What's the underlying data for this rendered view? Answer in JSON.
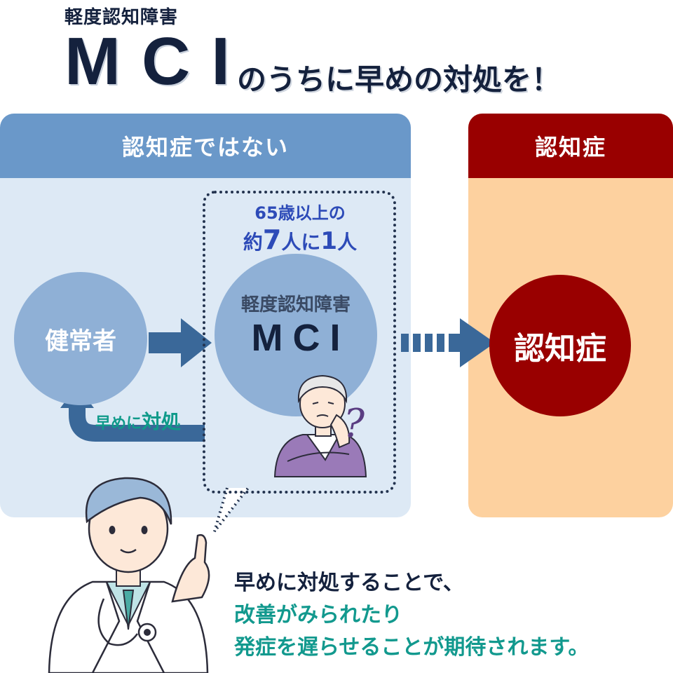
{
  "title": {
    "kicker": "軽度認知障害",
    "mci": "MCI",
    "rest": "のうちに早めの対処を！"
  },
  "panels": {
    "left_header": "認知症ではない",
    "right_header": "認知症"
  },
  "nodes": {
    "healthy": "健常者",
    "mci_sub": "軽度認知障害",
    "mci_main": "MCI",
    "dementia": "認知症"
  },
  "stat": {
    "line1": "65歳以上の",
    "line2_prefix": "約",
    "line2_num1": "7",
    "line2_mid": "人に",
    "line2_num2": "1",
    "line2_suffix": "人"
  },
  "early_action": {
    "small": "早めに",
    "big": "対処"
  },
  "message": {
    "line1": "早めに対処することで、",
    "line2": "改善がみられたり",
    "line3": "発症を遅らせることが期待されます。"
  },
  "question_mark": "?",
  "colors": {
    "navy": "#14213d",
    "header_blue": "#6a98c9",
    "panel_blue": "#dde9f5",
    "circle_blue": "#8fb0d6",
    "arrow_blue": "#3a6899",
    "dementia_red": "#990000",
    "panel_peach": "#fdd19f",
    "teal": "#12998e",
    "stat_blue": "#2d4bb8"
  }
}
